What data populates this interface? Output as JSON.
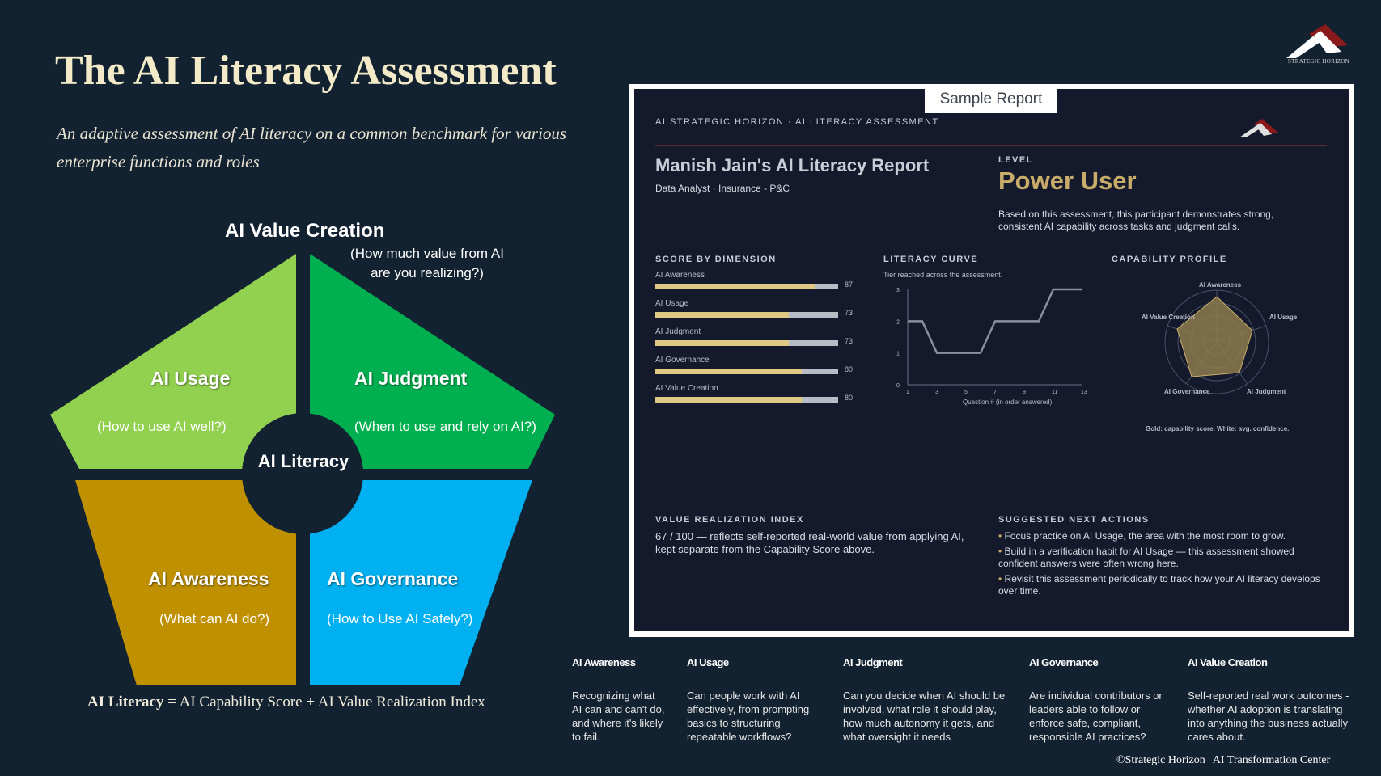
{
  "title": "The AI Literacy Assessment",
  "subtitle": "An adaptive assessment of AI literacy on a common benchmark for various enterprise functions and roles",
  "logo": {
    "text": "STRATEGIC HORIZON",
    "icon": "mountain-logo-icon"
  },
  "diagram": {
    "top_title": "AI Value Creation",
    "top_sub": "(How much value from AI are you realizing?)",
    "center": "AI Literacy",
    "quadrants": [
      {
        "title": "AI Usage",
        "sub": "(How to use AI well?)",
        "color": "#92d050"
      },
      {
        "title": "AI Judgment",
        "sub": "(When to use and rely on AI?)",
        "color": "#00b050"
      },
      {
        "title": "AI Awareness",
        "sub": "(What can AI do?)",
        "color": "#bf9000"
      },
      {
        "title": "AI Governance",
        "sub": "(How to Use AI Safely?)",
        "color": "#00b0f0"
      }
    ],
    "formula_bold": "AI Literacy",
    "formula_rest": " = AI Capability Score + AI Value Realization Index"
  },
  "report": {
    "tab": "Sample Report",
    "header": "AI STRATEGIC HORIZON · AI LITERACY ASSESSMENT",
    "name": "Manish Jain's AI Literacy Report",
    "role": "Data Analyst · Insurance - P&C",
    "level_label": "LEVEL",
    "level_value": "Power User",
    "level_desc": "Based on this assessment, this participant demonstrates strong, consistent AI capability across tasks and judgment calls.",
    "score_label": "SCORE BY DIMENSION",
    "scores": [
      {
        "name": "AI Awareness",
        "value": 87
      },
      {
        "name": "AI Usage",
        "value": 73
      },
      {
        "name": "AI Judgment",
        "value": 73
      },
      {
        "name": "AI Governance",
        "value": 80
      },
      {
        "name": "AI Value Creation",
        "value": 80
      }
    ],
    "curve_label": "LITERACY CURVE",
    "curve_sub": "Tier reached across the assessment.",
    "curve_xlabel": "Question # (in order answered)",
    "curve_yticks": [
      "3",
      "2",
      "1",
      "0"
    ],
    "curve_xticks": [
      "1",
      "3",
      "5",
      "7",
      "9",
      "11",
      "13"
    ],
    "profile_label": "CAPABILITY PROFILE",
    "profile_axes": [
      "AI Awareness",
      "AI Usage",
      "AI Judgment",
      "AI Governance",
      "AI Value Creation"
    ],
    "profile_note": "Gold: capability score. White: avg. confidence.",
    "vri_label": "VALUE REALIZATION INDEX",
    "vri_text": "67 / 100 — reflects self-reported real-world value from applying AI, kept separate from the Capability Score above.",
    "actions_label": "SUGGESTED NEXT ACTIONS",
    "actions": [
      "Focus practice on AI Usage, the area with the most room to grow.",
      "Build in a verification habit for AI Usage — this assessment showed confident answers were often wrong here.",
      "Revisit this assessment periodically to track how your AI literacy develops over time."
    ]
  },
  "chart_data": {
    "type": "line",
    "title": "LITERACY CURVE",
    "xlabel": "Question # (in order answered)",
    "ylabel": "",
    "x": [
      1,
      2,
      3,
      4,
      5,
      6,
      7,
      8,
      9,
      10,
      11,
      12,
      13
    ],
    "series": [
      {
        "values": [
          2,
          2,
          1,
          1,
          1,
          1,
          2,
          2,
          2,
          2,
          3,
          3,
          3
        ]
      }
    ],
    "ylim": [
      0,
      3
    ],
    "xlim": [
      1,
      13
    ]
  },
  "footer": [
    {
      "head": "AI Awareness",
      "body": "Recognizing what AI can and can't do, and where it's likely to fail."
    },
    {
      "head": "AI Usage",
      "body": "Can people work with AI effectively, from prompting basics to structuring repeatable workflows?"
    },
    {
      "head": "AI Judgment",
      "body": "Can you decide when AI should be involved, what role it should play, how much autonomy it gets, and what oversight it needs"
    },
    {
      "head": "AI Governance",
      "body": "Are individual contributors or leaders able to follow or enforce safe, compliant, responsible AI practices?"
    },
    {
      "head": "AI Value Creation",
      "body": "Self-reported real work outcomes - whether AI adoption is translating into anything the business actually cares about."
    }
  ],
  "copyright": "©Strategic Horizon | AI Transformation Center"
}
